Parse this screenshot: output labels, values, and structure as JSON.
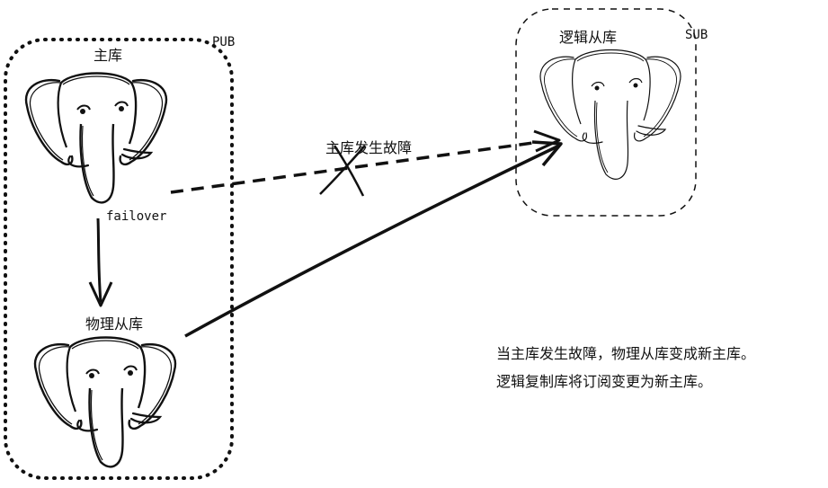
{
  "diagram": {
    "primary": {
      "label": "主库",
      "group_tag": "PUB"
    },
    "physical_replica": {
      "label": "物理从库"
    },
    "logical_replica": {
      "label": "逻辑从库",
      "group_tag": "SUB"
    },
    "failover_label": "failover",
    "failure_label": "主库发生故障",
    "note_lines": [
      "当主库发生故障，物理从库变成新主库。",
      "逻辑复制库将订阅变更为新主库。"
    ]
  }
}
